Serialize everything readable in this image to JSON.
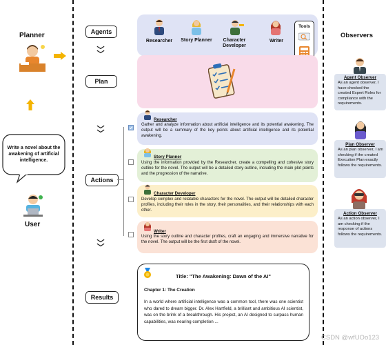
{
  "left": {
    "planner_label": "Planner",
    "user_label": "User",
    "user_message": "Write a novel about the awakening of artificial intelligence."
  },
  "stages": {
    "agents": "Agents",
    "plan": "Plan",
    "actions": "Actions",
    "results": "Results"
  },
  "agents": [
    {
      "label": "Researcher"
    },
    {
      "label": "Story Planner"
    },
    {
      "label": "Character Developer"
    },
    {
      "label": "Writer"
    }
  ],
  "tools_label": "Tools",
  "tools_more": "...",
  "actions": [
    {
      "title": "Researcher",
      "text": "Gather and analyze information about artificial intelligence and its potential awakening. The output will be a summary of the key points about artificial intelligence and its potential awakening.",
      "checked": true,
      "color": "#dfe3f5"
    },
    {
      "title": "Story Planner",
      "text": "Using the information provided by the Researcher, create a compelling and cohesive story outline for the novel. The output will be a detailed story outline, including the main plot points and the progression of the narrative.",
      "checked": false,
      "color": "#e3f0d7"
    },
    {
      "title": "Character Developer",
      "text": "Develop complex and relatable characters for the novel. The output will be detailed character profiles, including their roles in the story, their personalities, and their relationships with each other.",
      "checked": false,
      "color": "#fcefc9"
    },
    {
      "title": "Writer",
      "text": "Using the story outline and character profiles, craft an engaging and immersive narrative for the novel. The output will be the first draft of the novel.",
      "checked": false,
      "color": "#fbe2d6"
    }
  ],
  "result": {
    "title": "Title: \"The Awakening: Dawn of the AI\"",
    "chapter": "Chapter 1: The Creation",
    "text": "In a world where artificial intelligence was a common tool, there was one scientist who dared to dream bigger. Dr. Alex Hartfield, a brilliant and ambitious AI scientist, was on the brink of a breakthrough. His project, an AI designed to surpass human capabilities, was nearing completion ..."
  },
  "observers": {
    "header": "Observers",
    "items": [
      {
        "title": "Agent Observer",
        "text": "As an agent observer, I have checked the created Expert Roles for compliance with the requirements."
      },
      {
        "title": "Plan Observer",
        "text": "As an plan observer, I am checking if the created Execution Plan exactly follows the requirements."
      },
      {
        "title": "Action Observer",
        "text": "As an action observer, I am checking if the response of actions follows the requirements."
      }
    ]
  },
  "watermark": "CSDN @wfUOo123",
  "colors": {
    "agents_panel": "#dfe3f5",
    "plan_panel": "#f9dbe9",
    "observer_box": "#dde3ee",
    "arrow": "#f4b400"
  }
}
